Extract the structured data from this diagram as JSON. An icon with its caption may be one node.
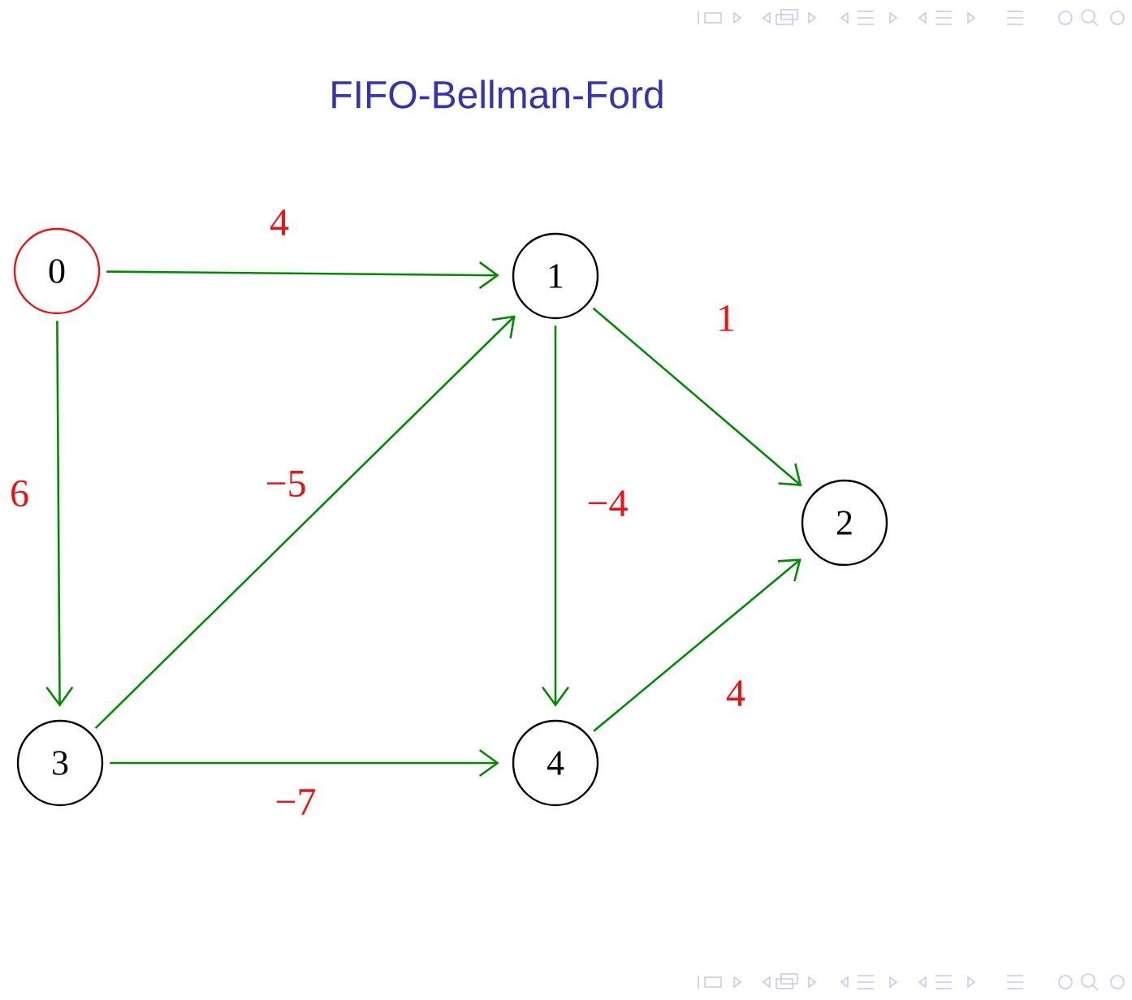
{
  "diagram": {
    "title": "FIFO-Bellman-Ford",
    "nodes": [
      {
        "text": [
          "0"
        ]
      },
      {
        "text": [
          "1"
        ]
      },
      {
        "text": [
          "2"
        ]
      },
      {
        "text": [
          "3"
        ]
      },
      {
        "text": [
          "4"
        ]
      }
    ],
    "edges": [
      {
        "from": 0,
        "to": 1,
        "arrow": "to",
        "label": "4"
      },
      {
        "from": 1,
        "to": 2,
        "arrow": "to",
        "label": "1"
      },
      {
        "from": 0,
        "to": 3,
        "arrow": "to",
        "label": "6"
      },
      {
        "from": 3,
        "to": 1,
        "arrow": "to",
        "label": "−5"
      },
      {
        "from": 1,
        "to": 4,
        "arrow": "to",
        "label": "−4"
      },
      {
        "from": 4,
        "to": 2,
        "arrow": "to",
        "label": "4"
      },
      {
        "from": 3,
        "to": 4,
        "arrow": "to",
        "label": "−7"
      }
    ]
  }
}
